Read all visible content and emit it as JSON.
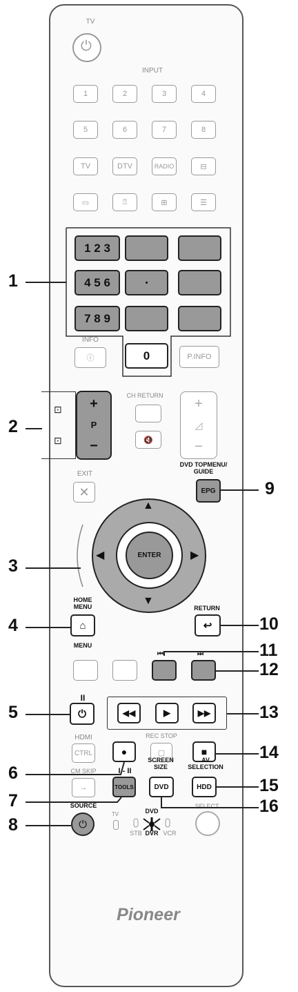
{
  "top": {
    "tv_label": "TV",
    "input_label": "INPUT"
  },
  "input_buttons": [
    "1",
    "2",
    "3",
    "4",
    "5",
    "6",
    "7",
    "8"
  ],
  "mode_buttons": [
    "TV",
    "DTV",
    "RADIO"
  ],
  "numpad": {
    "k1": "1 2 3",
    "k2": "4 5 6",
    "k3": "7 8 9",
    "k0": "0",
    "dot": "•"
  },
  "info": {
    "info_label": "INFO",
    "pinfo_label": "P.INFO"
  },
  "channel": {
    "plus": "+",
    "p": "P",
    "minus": "−",
    "ch_return": "CH RETURN",
    "vol_plus": "+",
    "vol_minus": "−"
  },
  "nav": {
    "exit": "EXIT",
    "dvd_topmenu": "DVD TOPMENU/\nGUIDE",
    "epg": "EPG",
    "enter": "ENTER",
    "home_menu": "HOME\nMENU",
    "menu": "MENU",
    "return": "RETURN"
  },
  "transport": {
    "hdmi": "HDMI",
    "ctrl": "CTRL",
    "rec_stop": "REC STOP",
    "cm_skip": "CM SKIP",
    "i_ii": "I - II",
    "tools": "TOOLS",
    "screen_size": "SCREEN\nSIZE",
    "dvd": "DVD",
    "av_selection": "AV\nSELECTION",
    "hdd": "HDD",
    "source": "SOURCE",
    "tv_small": "TV",
    "dvd_dvr": "DVD",
    "dvr": "DVR",
    "stb": "STB",
    "vcr": "VCR",
    "select": "SELECT"
  },
  "brand": "Pioneer",
  "callouts": [
    "1",
    "2",
    "3",
    "4",
    "5",
    "6",
    "7",
    "8",
    "9",
    "10",
    "11",
    "12",
    "13",
    "14",
    "15",
    "16"
  ]
}
